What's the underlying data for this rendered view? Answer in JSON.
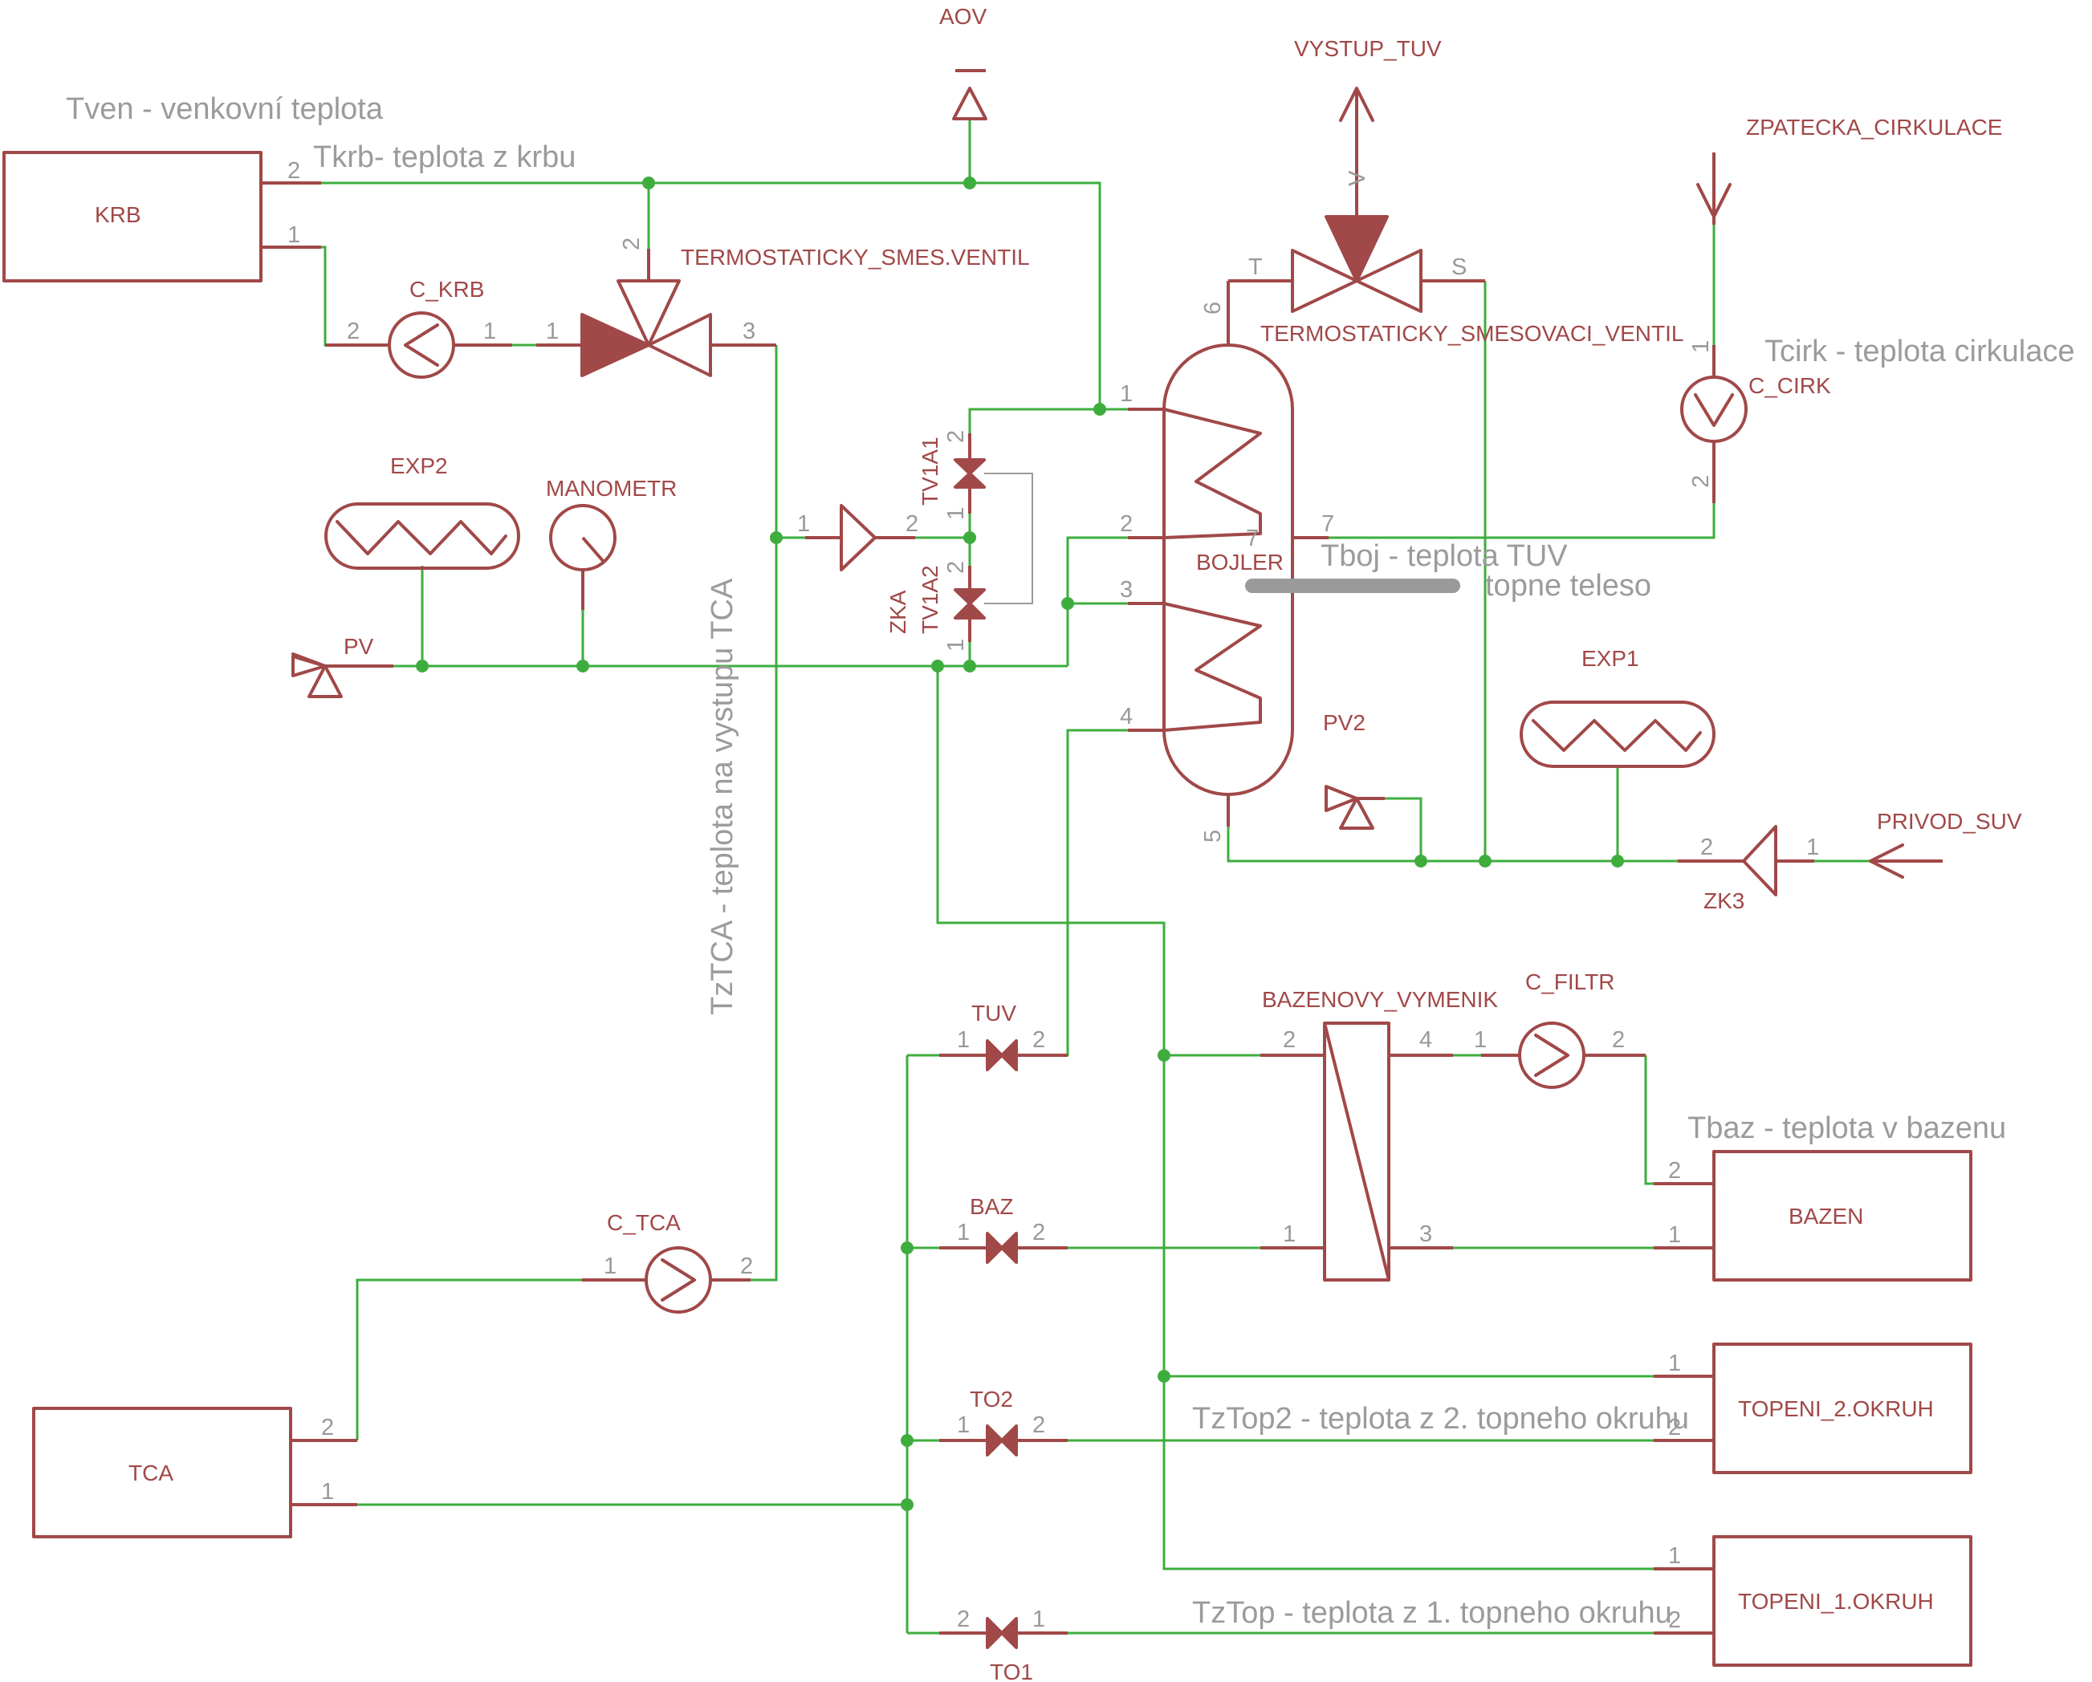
{
  "components": {
    "krb": "KRB",
    "c_krb": "C_KRB",
    "termo_smes": "TERMOSTATICKY_SMES.VENTIL",
    "aov": "AOV",
    "vystup_tuv": "VYSTUP_TUV",
    "zpatecka": "ZPATECKA_CIRKULACE",
    "termo_smesovaci": "TERMOSTATICKY_SMESOVACI_VENTIL",
    "c_cirk": "C_CIRK",
    "exp2": "EXP2",
    "manometr": "MANOMETR",
    "pv": "PV",
    "tv1a1": "TV1A1",
    "tv1a2": "TV1A2",
    "zka": "ZKA",
    "bojler": "BOJLER",
    "exp1": "EXP1",
    "pv2": "PV2",
    "privod_suv": "PRIVOD_SUV",
    "zk3": "ZK3",
    "tuv": "TUV",
    "bazenovy_vymenik": "BAZENOVY_VYMENIK",
    "c_filtr": "C_FILTR",
    "baz": "BAZ",
    "bazen": "BAZEN",
    "c_tca": "C_TCA",
    "tca": "TCA",
    "to2": "TO2",
    "to1": "TO1",
    "topeni_2": "TOPENI_2.OKRUH",
    "topeni_1": "TOPENI_1.OKRUH"
  },
  "notes": {
    "tven": "Tven - venkovní teplota",
    "tkrb": "Tkrb- teplota z krbu",
    "tcirk": "Tcirk - teplota cirkulace",
    "tboj": "Tboj - teplota TUV",
    "topne_teleso": "topne teleso",
    "tztca": "TzTCA - teplota na vystupu TCA",
    "tbaz": "Tbaz - teplota v bazenu",
    "tztop2": "TzTop2 - teplota z 2. topneho okruhu",
    "tztop": "TzTop - teplota z 1. topneho okruhu"
  },
  "pins": {
    "krb_2": "2",
    "krb_1": "1",
    "ckrb_2": "2",
    "ckrb_1": "1",
    "ts_1": "1",
    "ts_2": "2",
    "ts_3": "3",
    "tsv_t": "T",
    "tsv_v": "V",
    "tsv_s": "S",
    "boj_6": "6",
    "boj_1": "1",
    "boj_2": "2",
    "boj_3": "3",
    "boj_4": "4",
    "boj_5": "5",
    "boj_7a": "7",
    "boj_7b": "7",
    "cirk_1": "1",
    "cirk_2": "2",
    "tv1a1_2": "2",
    "tv1a1_1": "1",
    "tv1a2_2": "2",
    "tv1a2_1": "1",
    "zka_1": "1",
    "zka_2": "2",
    "zk3_2": "2",
    "zk3_1": "1",
    "tuv_1": "1",
    "tuv_2": "2",
    "bv_2": "2",
    "bv_4": "4",
    "bv_1": "1",
    "bv_3": "3",
    "cf_1": "1",
    "cf_2": "2",
    "baz_1": "1",
    "baz_2": "2",
    "bazen_2": "2",
    "bazen_1": "1",
    "ctca_1": "1",
    "ctca_2": "2",
    "tca_2": "2",
    "tca_1": "1",
    "to2_1": "1",
    "to2_2": "2",
    "to1_2": "2",
    "to1_1": "1",
    "top2_1": "1",
    "top2_2": "2",
    "top1_1": "1",
    "top1_2": "2"
  }
}
